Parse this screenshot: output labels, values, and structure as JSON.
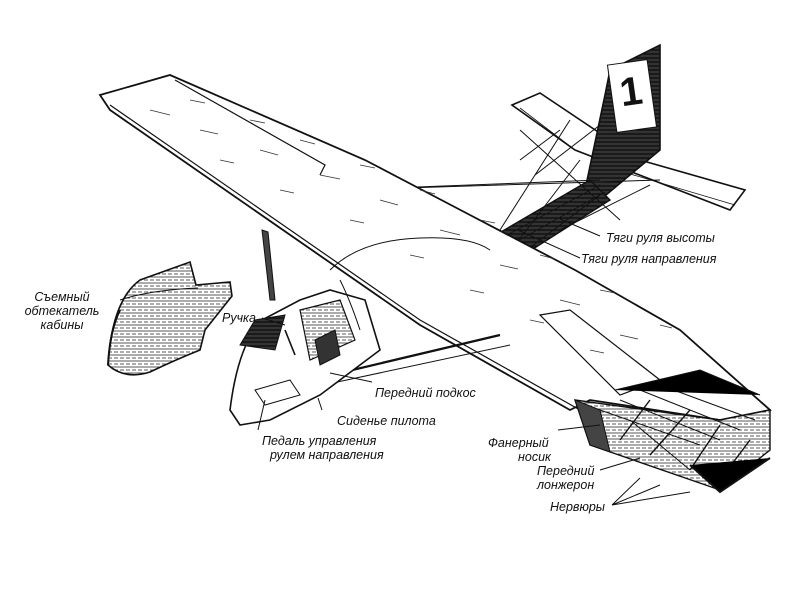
{
  "tail_number": "1",
  "labels": {
    "removable_fairing": "Съемный обтекатель кабины",
    "handle": "Ручка",
    "front_strut": "Передний подкос",
    "pilot_seat": "Сиденье пилота",
    "rudder_pedal": "Педаль управления рулем направления",
    "elevator_rods": "Тяги руля высоты",
    "rudder_rods": "Тяги руля направления",
    "plywood_nose": "Фанерный носик",
    "front_spar": "Передний лонжерон",
    "ribs": "Нервюры"
  },
  "label_lines": {
    "removable_fairing": [
      "Съемный",
      "обтекатель",
      "кабины"
    ],
    "rudder_pedal": [
      "Педаль управления",
      "рулем направления"
    ],
    "plywood_nose": [
      "Фанерный",
      "носик"
    ],
    "front_spar": [
      "Передний",
      "лонжерон"
    ]
  },
  "colors": {
    "ink": "#111111",
    "paper": "#ffffff"
  }
}
